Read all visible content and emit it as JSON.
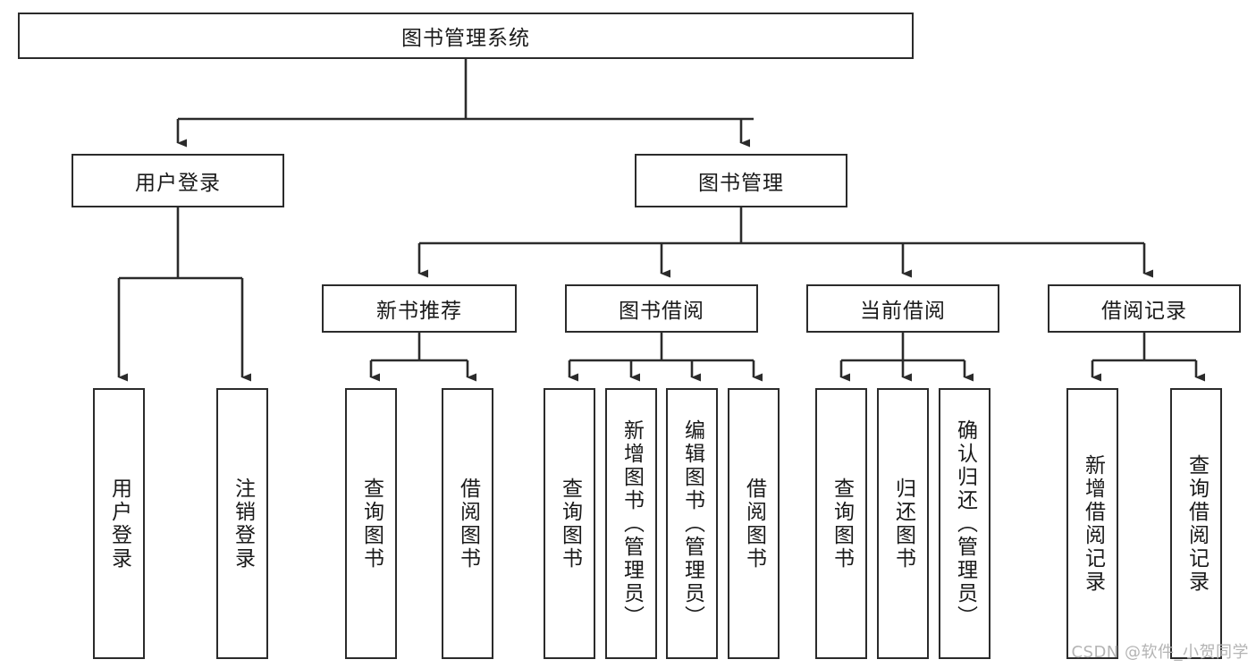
{
  "diagram": {
    "title_node": {
      "label": "图书管理系统"
    },
    "level2": [
      {
        "id": "user-login",
        "label": "用户登录"
      },
      {
        "id": "book-management",
        "label": "图书管理"
      }
    ],
    "level3": [
      {
        "id": "new-book-recommend",
        "label": "新书推荐"
      },
      {
        "id": "book-borrow",
        "label": "图书借阅"
      },
      {
        "id": "current-borrow",
        "label": "当前借阅"
      },
      {
        "id": "borrow-record",
        "label": "借阅记录"
      }
    ],
    "leaves": [
      {
        "id": "leaf-user-login",
        "label": "用户登录"
      },
      {
        "id": "leaf-logout-login",
        "label": "注销登录"
      },
      {
        "id": "leaf-query-book-1",
        "label": "查询图书"
      },
      {
        "id": "leaf-borrow-book-1",
        "label": "借阅图书"
      },
      {
        "id": "leaf-query-book-2",
        "label": "查询图书"
      },
      {
        "id": "leaf-add-book-admin",
        "label": "新增图书（管理员）"
      },
      {
        "id": "leaf-edit-book-admin",
        "label": "编辑图书（管理员）"
      },
      {
        "id": "leaf-borrow-book-2",
        "label": "借阅图书"
      },
      {
        "id": "leaf-query-book-3",
        "label": "查询图书"
      },
      {
        "id": "leaf-return-book",
        "label": "归还图书"
      },
      {
        "id": "leaf-confirm-return-admin",
        "label": "确认归还（管理员）"
      },
      {
        "id": "leaf-add-borrow-record",
        "label": "新增借阅记录"
      },
      {
        "id": "leaf-query-borrow-record",
        "label": "查询借阅记录"
      }
    ]
  },
  "watermark": {
    "text": "CSDN @软件_小贺同学"
  },
  "colors": {
    "stroke": "#2b2b2b",
    "background": "#ffffff",
    "text": "#1a1a1a",
    "watermark": "#b4b4b4"
  }
}
